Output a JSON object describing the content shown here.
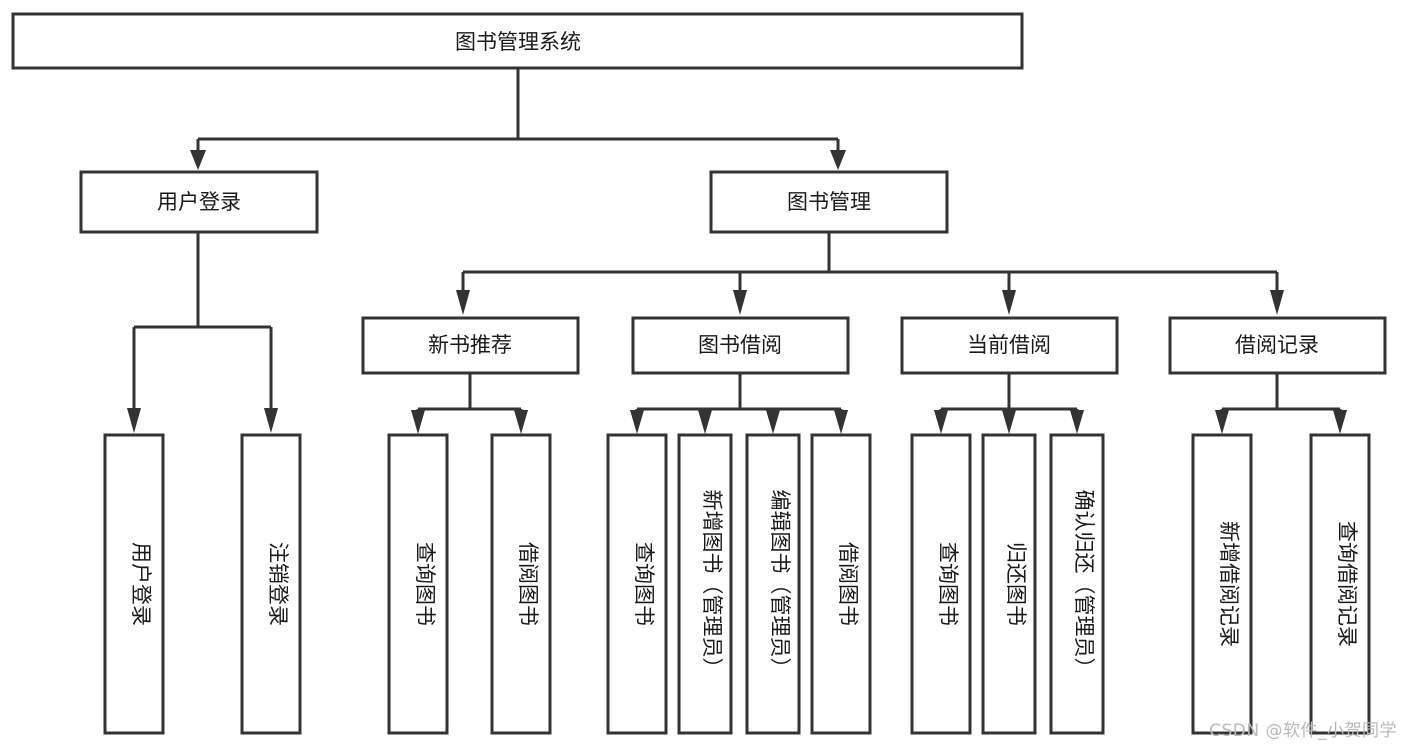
{
  "diagram": {
    "title": "图书管理系统",
    "type": "hierarchy-tree",
    "watermark": "CSDN @软件_小贺同学",
    "colors": {
      "box_stroke": "#333333",
      "box_fill": "#ffffff",
      "text": "#1a1a1a",
      "watermark": "#b9b9b9",
      "background": "#ffffff"
    },
    "levels": {
      "level1": [
        {
          "id": "root",
          "label": "图书管理系统",
          "orientation": "horizontal"
        }
      ],
      "level2": [
        {
          "id": "user-login",
          "label": "用户登录",
          "orientation": "horizontal"
        },
        {
          "id": "book-manage",
          "label": "图书管理",
          "orientation": "horizontal"
        }
      ],
      "level3": [
        {
          "id": "new-book-rec",
          "label": "新书推荐",
          "orientation": "horizontal"
        },
        {
          "id": "book-borrow",
          "label": "图书借阅",
          "orientation": "horizontal"
        },
        {
          "id": "current-borrow",
          "label": "当前借阅",
          "orientation": "horizontal"
        },
        {
          "id": "borrow-record",
          "label": "借阅记录",
          "orientation": "horizontal"
        }
      ],
      "level4": [
        {
          "id": "leaf-user-login",
          "label": "用户登录",
          "orientation": "vertical",
          "parent": "user-login"
        },
        {
          "id": "leaf-logout-login",
          "label": "注销登录",
          "orientation": "vertical",
          "parent": "user-login"
        },
        {
          "id": "leaf-query-book-1",
          "label": "查询图书",
          "orientation": "vertical",
          "parent": "new-book-rec"
        },
        {
          "id": "leaf-borrow-book-1",
          "label": "借阅图书",
          "orientation": "vertical",
          "parent": "new-book-rec"
        },
        {
          "id": "leaf-query-book-2",
          "label": "查询图书",
          "orientation": "vertical",
          "parent": "book-borrow"
        },
        {
          "id": "leaf-add-book",
          "label": "新增图书（管理员）",
          "orientation": "vertical",
          "parent": "book-borrow"
        },
        {
          "id": "leaf-edit-book",
          "label": "编辑图书（管理员）",
          "orientation": "vertical",
          "parent": "book-borrow"
        },
        {
          "id": "leaf-borrow-book-2",
          "label": "借阅图书",
          "orientation": "vertical",
          "parent": "book-borrow"
        },
        {
          "id": "leaf-query-book-3",
          "label": "查询图书",
          "orientation": "vertical",
          "parent": "current-borrow"
        },
        {
          "id": "leaf-return-book",
          "label": "归还图书",
          "orientation": "vertical",
          "parent": "current-borrow"
        },
        {
          "id": "leaf-confirm-return",
          "label": "确认归还（管理员）",
          "orientation": "vertical",
          "parent": "current-borrow"
        },
        {
          "id": "leaf-add-record",
          "label": "新增借阅记录",
          "orientation": "vertical",
          "parent": "borrow-record"
        },
        {
          "id": "leaf-query-record",
          "label": "查询借阅记录",
          "orientation": "vertical",
          "parent": "borrow-record"
        }
      ]
    }
  }
}
